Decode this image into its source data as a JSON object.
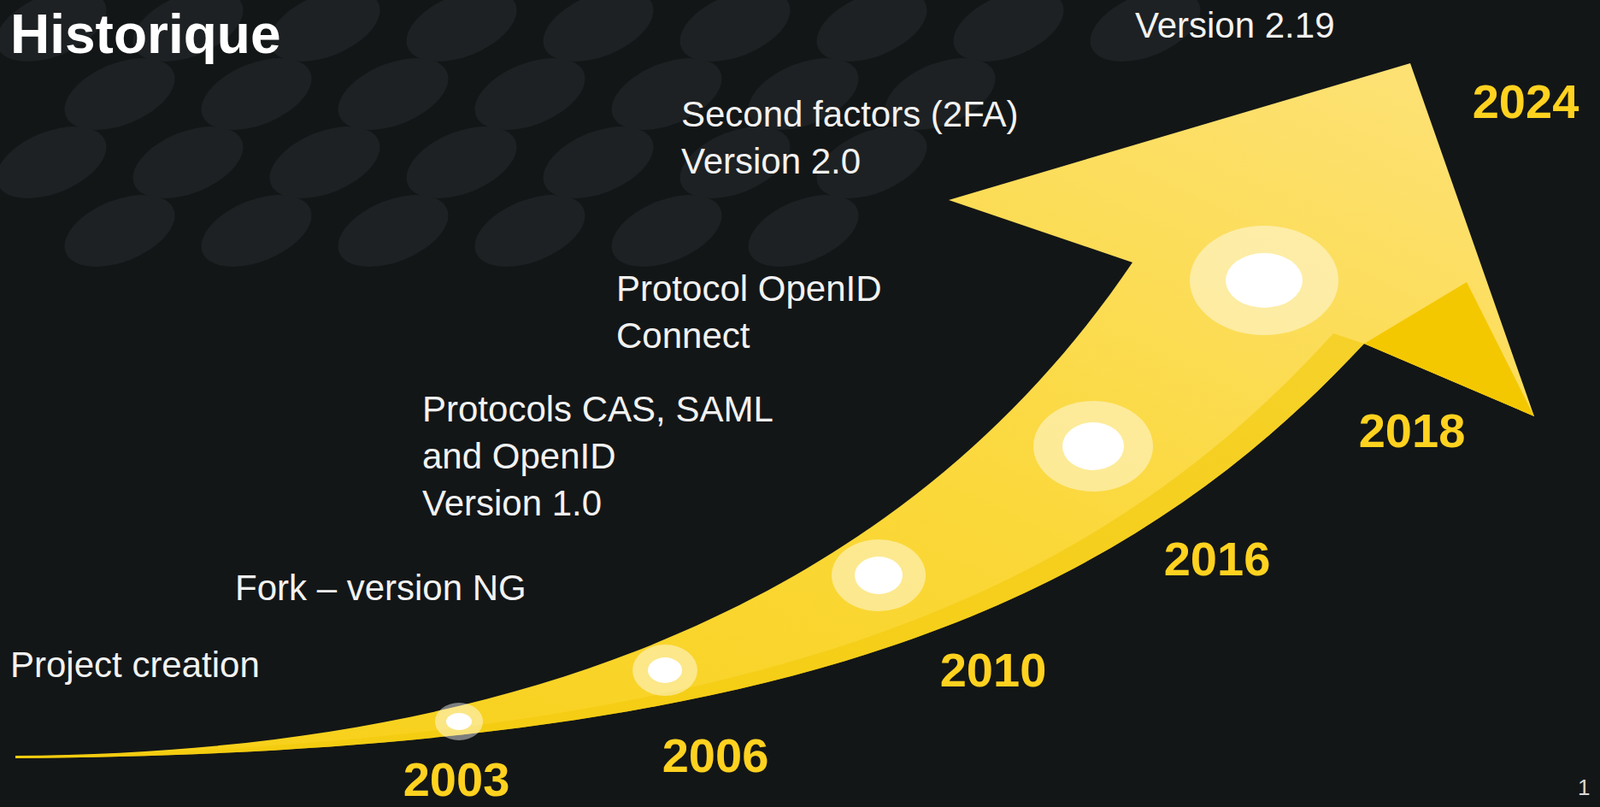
{
  "diagram": {
    "title": "Historique",
    "labels": [
      "Version 2.19",
      "2024",
      "Second factors (2FA) Version 2.0",
      "Protocol OpenID Connect",
      "Protocols CAS, SAML and OpenID Version 1.0",
      "2018",
      "2016",
      "Fork – version NG",
      "2010",
      "Project creation",
      "2006",
      "2003",
      "1"
    ]
  }
}
